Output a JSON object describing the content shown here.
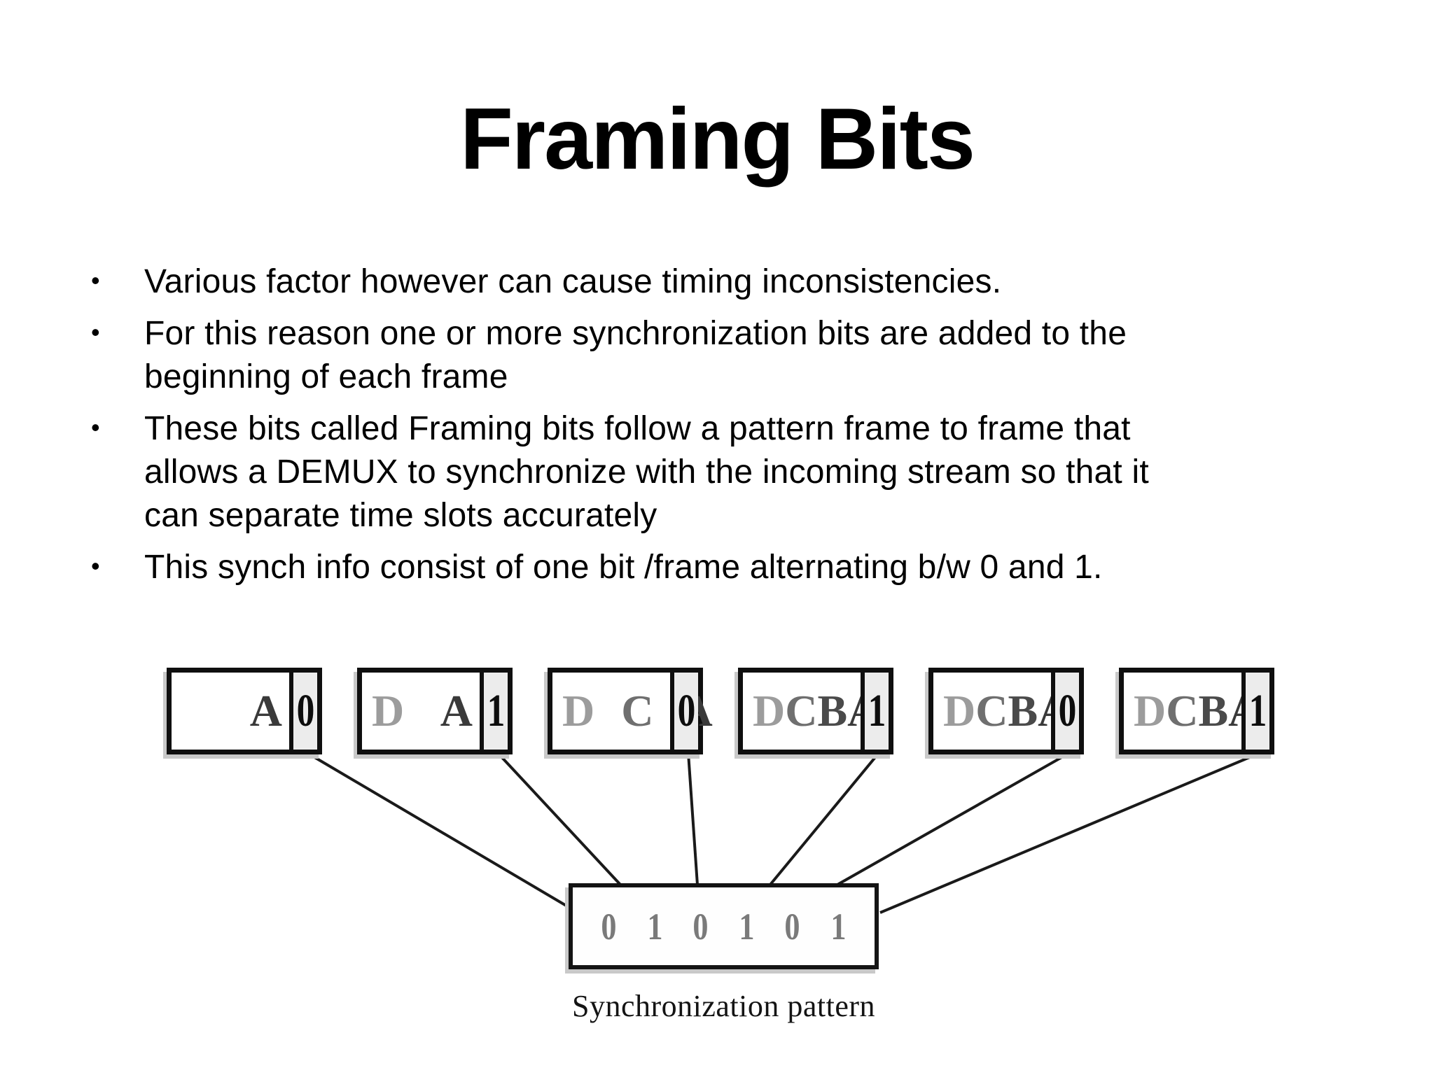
{
  "slide_title": "Framing Bits",
  "bullet_char": "•",
  "bullets": [
    {
      "lines": [
        "Various factor however can cause timing inconsistencies."
      ]
    },
    {
      "lines": [
        "For this reason one or more synchronization bits are added to the",
        "beginning of each frame"
      ]
    },
    {
      "lines": [
        "These bits called Framing bits follow a pattern frame to frame that",
        "allows a DEMUX to synchronize with the incoming stream so that it",
        "can separate time slots accurately"
      ]
    },
    {
      "lines": [
        "This synch info consist of one bit /frame alternating b/w 0 and 1."
      ]
    }
  ],
  "diagram": {
    "frames": [
      {
        "letters": [
          "A"
        ],
        "bit": "0"
      },
      {
        "letters": [
          "D",
          "A"
        ],
        "bit": "1"
      },
      {
        "letters": [
          "D",
          "C",
          "A"
        ],
        "bit": "0"
      },
      {
        "letters": [
          "D",
          "C",
          "B",
          "A"
        ],
        "bit": "1"
      },
      {
        "letters": [
          "D",
          "C",
          "B",
          "A"
        ],
        "bit": "0"
      },
      {
        "letters": [
          "D",
          "C",
          "B",
          "A"
        ],
        "bit": "1"
      }
    ],
    "sync_pattern": [
      "0",
      "1",
      "0",
      "1",
      "0",
      "1"
    ],
    "caption": "Synchronization pattern"
  },
  "colors": {
    "background": "#ffffff",
    "text": "#000000",
    "box_border": "#0f0f0f",
    "bit_cell_bg": "#ececec",
    "sync_digit": "#7a7a7a",
    "letter_d": "#9c9c9c",
    "letter_c": "#6f6f6f",
    "letter_b": "#4a4a4a",
    "letter_a": "#3a3a3a"
  }
}
